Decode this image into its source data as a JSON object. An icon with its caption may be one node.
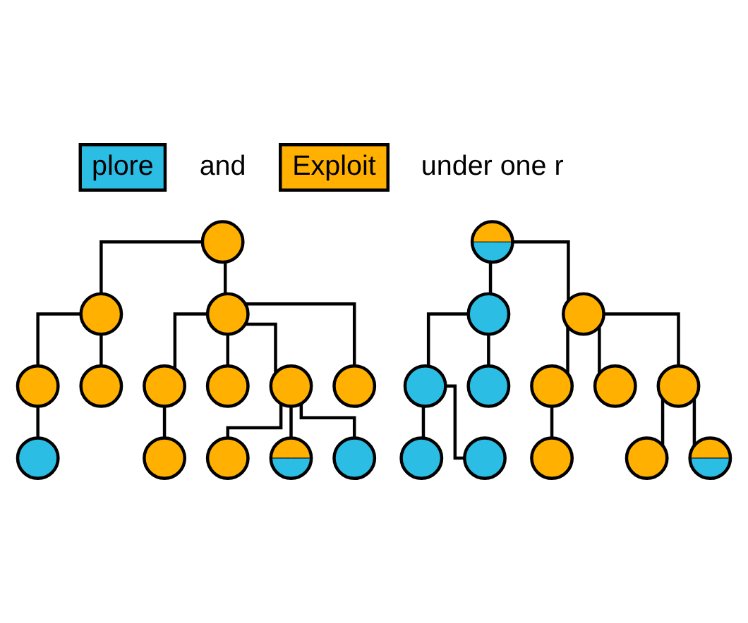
{
  "diagram": {
    "nodes": [
      {
        "text": [
          "plore"
        ]
      },
      {
        "text": [
          "Exploit"
        ]
      },
      {
        "text": [],
        "shape": "circle"
      },
      {
        "text": [],
        "shape": "circle"
      },
      {
        "text": [],
        "shape": "circle"
      },
      {
        "text": [],
        "shape": "circle"
      },
      {
        "text": [],
        "shape": "circle"
      },
      {
        "text": [],
        "shape": "circle"
      },
      {
        "text": [],
        "shape": "circle"
      },
      {
        "text": [],
        "shape": "circle"
      },
      {
        "text": [],
        "shape": "circle"
      },
      {
        "text": [],
        "shape": "circle"
      },
      {
        "text": [],
        "shape": "circle"
      },
      {
        "text": [],
        "shape": "circle"
      },
      {
        "text": [],
        "shape": "circle"
      },
      {
        "text": [],
        "shape": "circle"
      },
      {
        "text": [],
        "shape": "circle"
      },
      {
        "text": [],
        "shape": "circle"
      },
      {
        "text": [],
        "shape": "circle"
      },
      {
        "text": [],
        "shape": "circle"
      },
      {
        "text": [],
        "shape": "circle"
      },
      {
        "text": [],
        "shape": "circle"
      },
      {
        "text": [],
        "shape": "circle"
      },
      {
        "text": [],
        "shape": "circle"
      },
      {
        "text": [],
        "shape": "circle"
      },
      {
        "text": [],
        "shape": "circle"
      },
      {
        "text": [],
        "shape": "circle"
      },
      {
        "text": [],
        "shape": "circle"
      },
      {
        "text": [],
        "shape": "circle"
      }
    ],
    "edges": [
      {
        "from": 2,
        "to": 3,
        "arrow": "none"
      },
      {
        "from": 2,
        "to": 4,
        "arrow": "none"
      },
      {
        "from": 3,
        "to": 5,
        "arrow": "none"
      },
      {
        "from": 3,
        "to": 6,
        "arrow": "none"
      },
      {
        "from": 4,
        "to": 7,
        "arrow": "none"
      },
      {
        "from": 4,
        "to": 8,
        "arrow": "none"
      },
      {
        "from": 4,
        "to": 9,
        "arrow": "none"
      },
      {
        "from": 4,
        "to": 10,
        "arrow": "none"
      },
      {
        "from": 5,
        "to": 11,
        "arrow": "none"
      },
      {
        "from": 7,
        "to": 12,
        "arrow": "none"
      },
      {
        "from": 9,
        "to": 13,
        "arrow": "none"
      },
      {
        "from": 9,
        "to": 14,
        "arrow": "none"
      },
      {
        "from": 9,
        "to": 15,
        "arrow": "none"
      },
      {
        "from": 16,
        "to": 17,
        "arrow": "none"
      },
      {
        "from": 16,
        "to": 18,
        "arrow": "none"
      },
      {
        "from": 17,
        "to": 19,
        "arrow": "none"
      },
      {
        "from": 17,
        "to": 20,
        "arrow": "none"
      },
      {
        "from": 18,
        "to": 21,
        "arrow": "none"
      },
      {
        "from": 18,
        "to": 22,
        "arrow": "none"
      },
      {
        "from": 18,
        "to": 23,
        "arrow": "none"
      },
      {
        "from": 19,
        "to": 24,
        "arrow": "none"
      },
      {
        "from": 19,
        "to": 25,
        "arrow": "none"
      },
      {
        "from": 21,
        "to": 26,
        "arrow": "none"
      },
      {
        "from": 23,
        "to": 27,
        "arrow": "none"
      },
      {
        "from": 23,
        "to": 28,
        "arrow": "none"
      }
    ],
    "labels": [
      "and",
      "under one r"
    ]
  }
}
